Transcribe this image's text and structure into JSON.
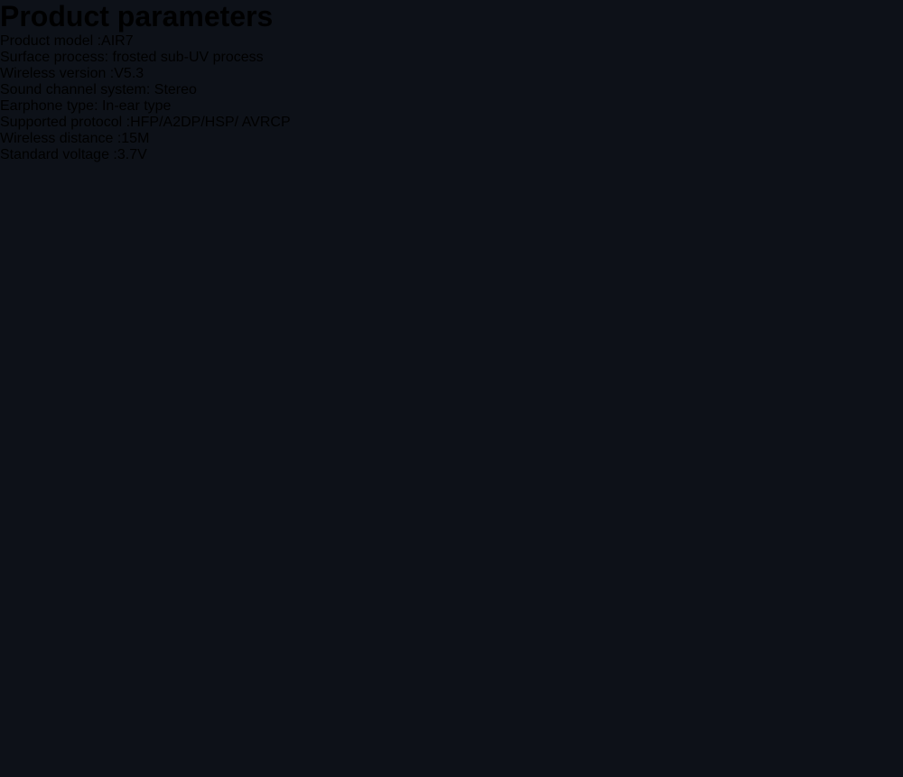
{
  "page": {
    "title": "Product parameters"
  },
  "colors": {
    "background": "#0d1118",
    "body_text": "#f4f6f8",
    "divider": "#96999f",
    "title_gradient_dark": "#62666e",
    "title_gradient_light": "#eceef0"
  },
  "parameters": {
    "rows": [
      {
        "left": "Product model :AIR7",
        "right": "Surface process: frosted sub-UV process"
      },
      {
        "left": "Wireless version :V5.3",
        "right": "Sound channel system: Stereo"
      },
      {
        "left": "Earphone type: In-ear type",
        "right": "Supported protocol :HFP/A2DP/HSP/ AVRCP"
      },
      {
        "left": "Wireless distance :15M",
        "right": "Standard voltage :3.7V"
      }
    ]
  }
}
